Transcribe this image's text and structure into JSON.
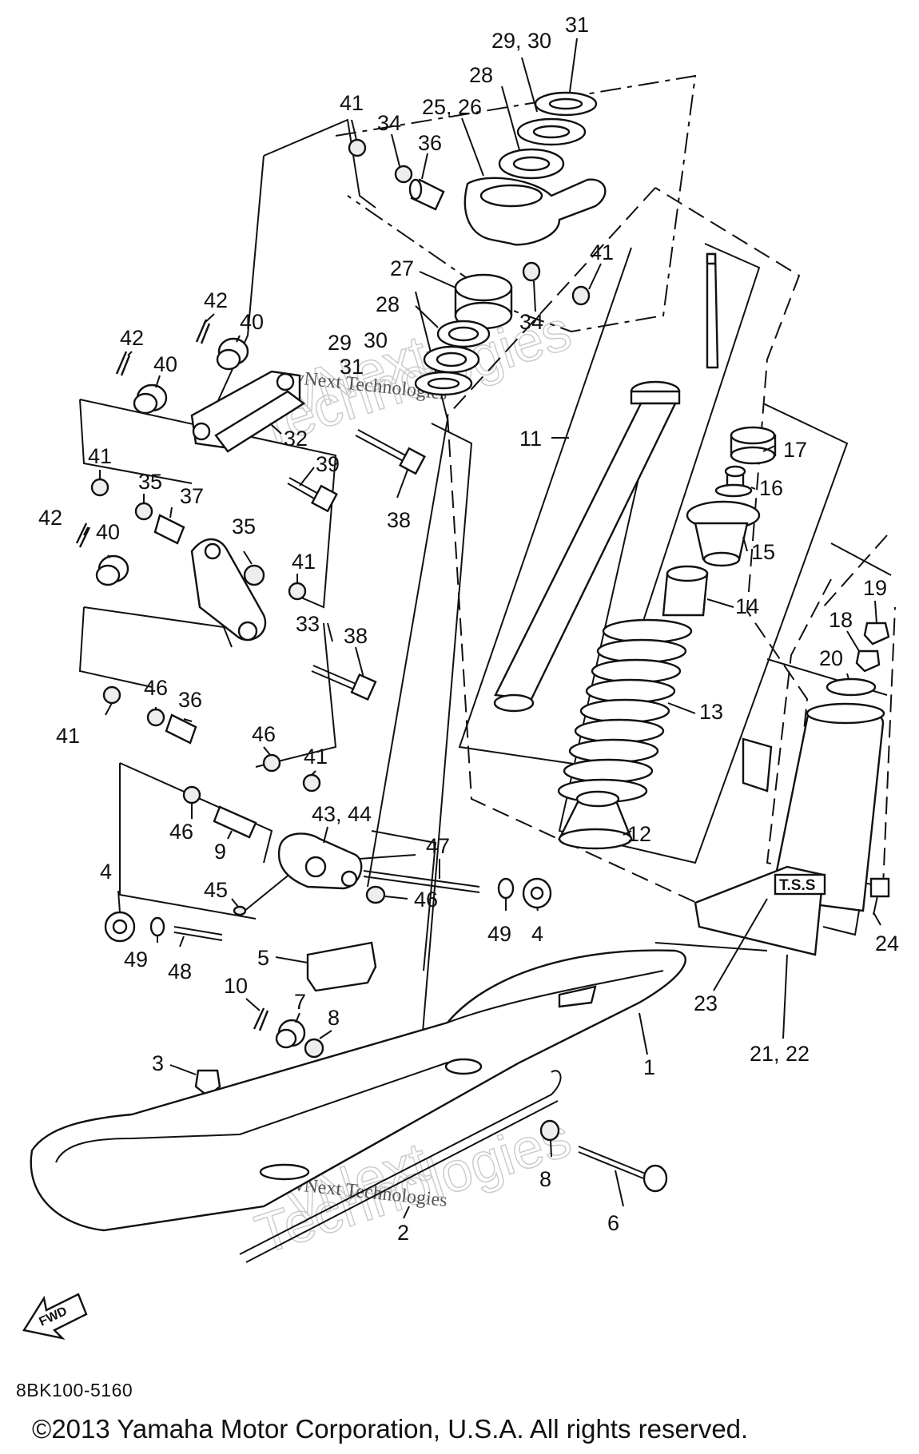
{
  "diagram_code": "8BK100-5160",
  "copyright": "©2013 Yamaha Motor Corporation, U.S.A. All rights reserved.",
  "watermark": {
    "line1": "vNext Technologies",
    "outline_top": "vNext",
    "outline_bottom": "Technologies"
  },
  "fwd_label": "FWD",
  "tss_label": "T.S.S",
  "callouts": [
    "31",
    "29, 30",
    "28",
    "25, 26",
    "36",
    "34",
    "41",
    "41",
    "34",
    "27",
    "28",
    "29",
    "30",
    "31",
    "42",
    "40",
    "42",
    "40",
    "32",
    "39",
    "38",
    "11",
    "41",
    "35",
    "37",
    "42",
    "40",
    "35",
    "41",
    "33",
    "38",
    "17",
    "16",
    "15",
    "14",
    "13",
    "19",
    "18",
    "20",
    "41",
    "46",
    "36",
    "46",
    "41",
    "46",
    "9",
    "43, 44",
    "47",
    "12",
    "4",
    "45",
    "46",
    "49",
    "4",
    "49",
    "48",
    "5",
    "24",
    "23",
    "21, 22",
    "10",
    "7",
    "8",
    "1",
    "3",
    "8",
    "6",
    "2"
  ]
}
